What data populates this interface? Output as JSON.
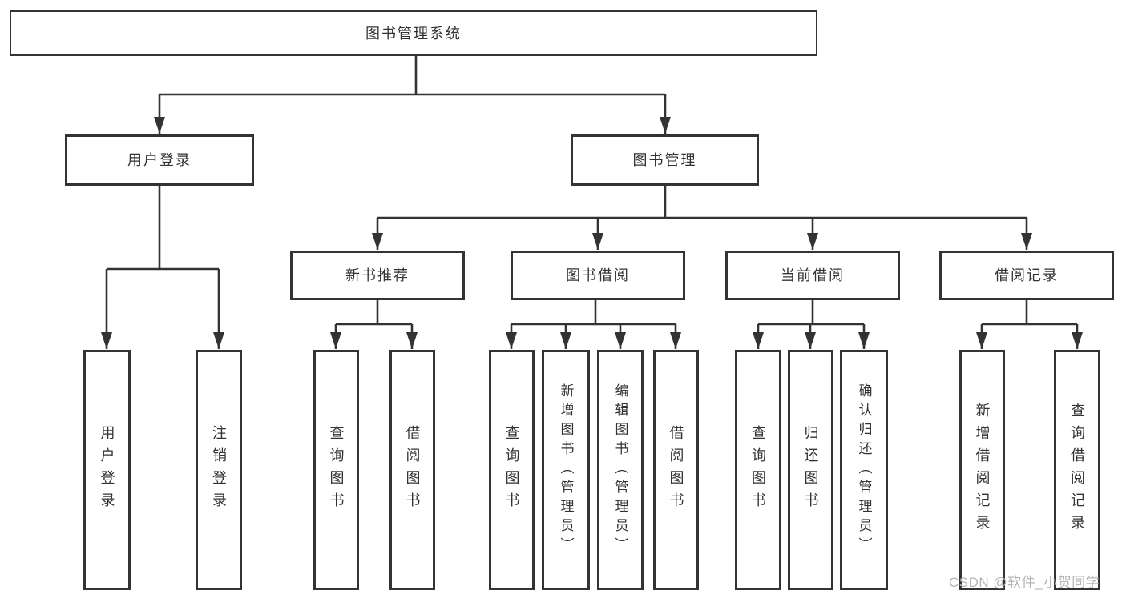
{
  "nodes": {
    "root": "图书管理系统",
    "user_login": "用户登录",
    "book_mgmt": "图书管理",
    "new_book_rec": "新书推荐",
    "book_borrow": "图书借阅",
    "current_borrow": "当前借阅",
    "borrow_record": "借阅记录",
    "leaf_user_login": "用户登录",
    "leaf_logout": "注销登录",
    "leaf_query_book_a": "查询图书",
    "leaf_borrow_book_a": "借阅图书",
    "leaf_query_book_b": "查询图书",
    "leaf_add_book": "新增图书（管理员）",
    "leaf_edit_book": "编辑图书（管理员）",
    "leaf_borrow_book_b": "借阅图书",
    "leaf_query_book_c": "查询图书",
    "leaf_return_book": "归还图书",
    "leaf_confirm_return": "确认归还（管理员）",
    "leaf_add_borrow_record": "新增借阅记录",
    "leaf_query_borrow_record": "查询借阅记录"
  },
  "watermark": "CSDN @软件_小贺同学",
  "colors": {
    "line": "#333333",
    "border": "#333333",
    "text": "#333333",
    "watermark": "#b5b5b5",
    "background": "#ffffff"
  }
}
